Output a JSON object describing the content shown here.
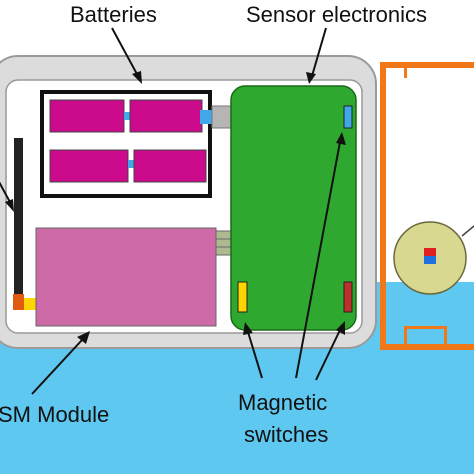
{
  "labels": {
    "batteries": "Batteries",
    "sensor_electronics": "Sensor electronics",
    "gsm_module": "SM Module",
    "magnetic": "Magnetic",
    "switches": "switches"
  },
  "colors": {
    "water": "#5fc8f0",
    "housing_outer": "#dcdcdc",
    "housing_inner": "#ffffff",
    "battery": "#cc0a8c",
    "battery_frame": "#111111",
    "gsm_module": "#cf6aa8",
    "pcb": "#2fa82f",
    "connector": "#9a9a9a",
    "pin_header": "#b0b890",
    "antenna": "#222222",
    "antenna_base": "#e05a10",
    "float_tube": "#f07818",
    "float": "#d8d890",
    "magnet_top": "#e02020",
    "magnet_bottom": "#2070e0",
    "switch_yellow": "#ffd400",
    "switch_red": "#c0302a",
    "switch_blue": "#40a8e8"
  },
  "icons": {
    "float": "float-circle",
    "magnet": "magnet-icon",
    "antenna": "antenna-icon"
  }
}
